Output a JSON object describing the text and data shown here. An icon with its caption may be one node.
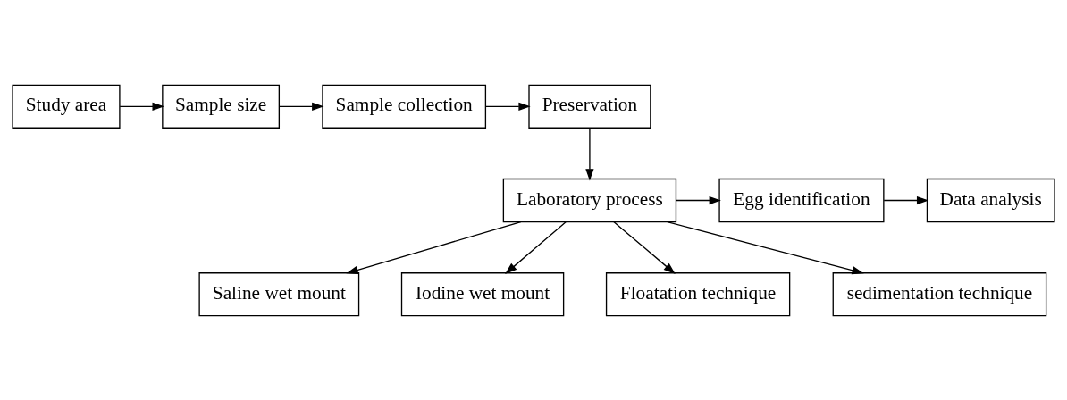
{
  "diagram": {
    "nodes": [
      {
        "text": [
          "Study area"
        ]
      },
      {
        "text": [
          "Sample size"
        ]
      },
      {
        "text": [
          "Sample collection"
        ]
      },
      {
        "text": [
          "Preservation"
        ]
      },
      {
        "text": [
          "Data analysis"
        ]
      },
      {
        "text": [
          "Egg identification"
        ]
      },
      {
        "text": [
          "Laboratory process"
        ]
      },
      {
        "text": [
          "Saline wet mount"
        ]
      },
      {
        "text": [
          "Iodine wet mount"
        ]
      },
      {
        "text": [
          "Floatation technique"
        ]
      },
      {
        "text": [
          "sedimentation technique"
        ]
      }
    ],
    "edges": [
      {
        "from": 0,
        "to": 1,
        "arrow": "to"
      },
      {
        "from": 1,
        "to": 2,
        "arrow": "to"
      },
      {
        "from": 2,
        "to": 3,
        "arrow": "to"
      },
      {
        "from": 3,
        "to": 6,
        "arrow": "to"
      },
      {
        "from": 6,
        "to": 5,
        "arrow": "to"
      },
      {
        "from": 5,
        "to": 4,
        "arrow": "to"
      },
      {
        "from": 6,
        "to": 7,
        "arrow": "to"
      },
      {
        "from": 6,
        "to": 8,
        "arrow": "to"
      },
      {
        "from": 6,
        "to": 9,
        "arrow": "to"
      },
      {
        "from": 6,
        "to": 10,
        "arrow": "to"
      }
    ]
  }
}
